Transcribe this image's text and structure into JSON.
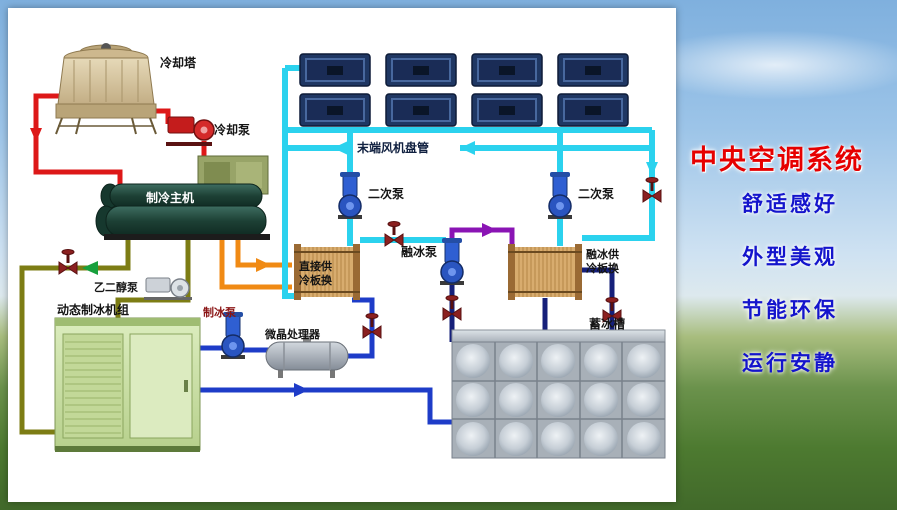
{
  "panel": {
    "title": "中央空调系统",
    "features": [
      "舒适感好",
      "外型美观",
      "节能环保",
      "运行安静"
    ]
  },
  "labels": {
    "cooling_tower": "冷却塔",
    "cooling_pump": "冷却泵",
    "chiller": "制冷主机",
    "fan_coil": "末端风机盘管",
    "secondary_pump_left": "二次泵",
    "secondary_pump_right": "二次泵",
    "melt_pump": "融冰泵",
    "direct_hx_line1": "直接供",
    "direct_hx_line2": "冷板换",
    "melt_hx_line1": "融冰供",
    "melt_hx_line2": "冷板换",
    "glycol_pump": "乙二醇泵",
    "ice_maker": "动态制冰机组",
    "ice_pump": "制冰泵",
    "crystal_processor": "微晶处理器",
    "ice_tank": "蓄冰槽"
  },
  "colors": {
    "title_red": "#e60000",
    "feature_blue": "#1414cc",
    "pipe_red": "#dd1818",
    "pipe_olive": "#7d7d14",
    "pipe_orange": "#f08a14",
    "pipe_cyan": "#2bd2ee",
    "pipe_purple": "#8a14b4",
    "pipe_blue": "#1e3cc8",
    "pipe_navy": "#16207a",
    "arrow_green": "#18a03c"
  }
}
